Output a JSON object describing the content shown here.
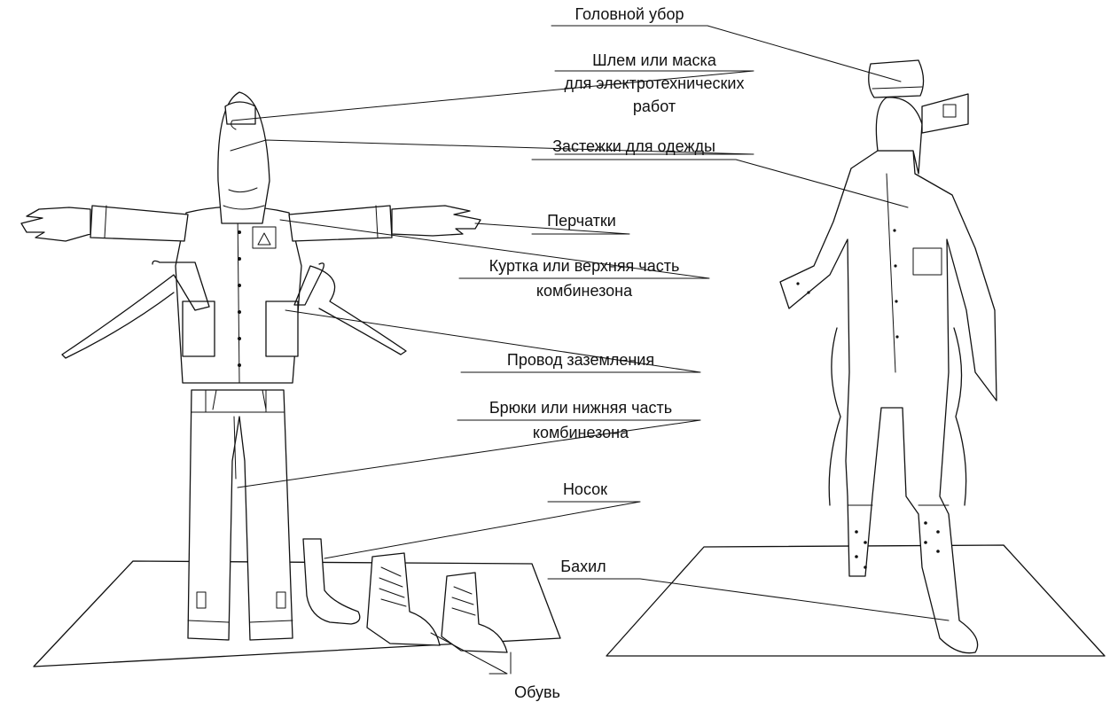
{
  "labels": {
    "headwear": "Головной убор",
    "helmet_line1": "Шлем или маска",
    "helmet_line2": "для электротехнических",
    "helmet_line3": "работ",
    "fasteners": "Застежки для одежды",
    "gloves": "Перчатки",
    "jacket_line1": "Куртка или верхняя часть",
    "jacket_line2": "комбинезона",
    "ground_wire": "Провод заземления",
    "trousers_line1": "Брюки или нижняя часть",
    "trousers_line2": "комбинезона",
    "sock": "Носок",
    "overshoe": "Бахил",
    "footwear": "Обувь"
  }
}
